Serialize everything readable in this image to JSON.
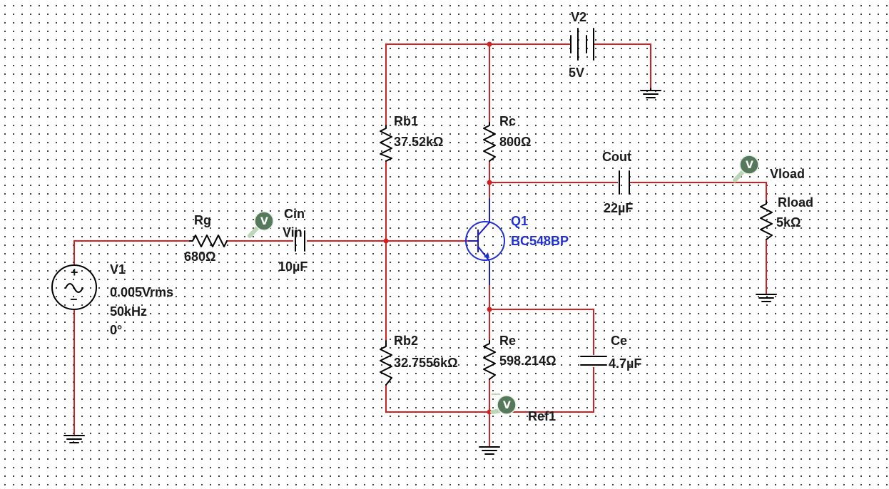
{
  "components": {
    "v1": {
      "name": "V1",
      "amplitude": "0.005Vrms",
      "frequency": "50kHz",
      "phase": "0°",
      "plus": "+",
      "minus": "−"
    },
    "v2": {
      "name": "V2",
      "value": "5V"
    },
    "rg": {
      "name": "Rg",
      "value": "680Ω"
    },
    "cin": {
      "name": "Cin",
      "value": "10µF"
    },
    "rb1": {
      "name": "Rb1",
      "value": "37.52kΩ"
    },
    "rb2": {
      "name": "Rb2",
      "value": "32.7556kΩ"
    },
    "rc": {
      "name": "Rc",
      "value": "800Ω"
    },
    "re": {
      "name": "Re",
      "value": "598.214Ω"
    },
    "ce": {
      "name": "Ce",
      "value": "4.7µF"
    },
    "cout": {
      "name": "Cout",
      "value": "22µF"
    },
    "rload": {
      "name": "Rload",
      "value": "5kΩ"
    },
    "q1": {
      "name": "Q1",
      "model": "BC548BP"
    }
  },
  "probes": {
    "vin": {
      "symbol": "V",
      "label": "Vin"
    },
    "vload": {
      "symbol": "V",
      "label": "Vload"
    },
    "ref1": {
      "symbol": "V",
      "label": "Ref1"
    }
  },
  "colors": {
    "wire": "#d42020",
    "transistor": "#1f2fd6",
    "probe": "#55795a"
  }
}
